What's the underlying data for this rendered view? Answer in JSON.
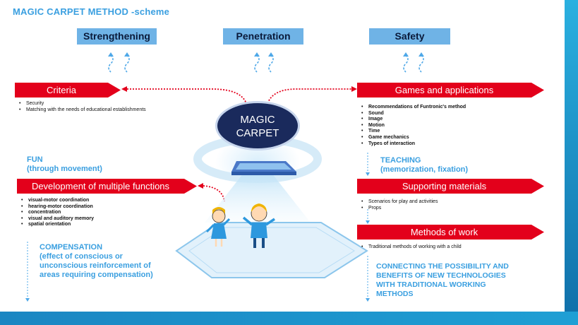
{
  "title": "MAGIC CARPET METHOD -scheme",
  "top_boxes": [
    "Strengthening",
    "Penetration",
    "Safety"
  ],
  "center": {
    "line1": "MAGIC",
    "line2": "CARPET"
  },
  "criteria": {
    "label": "Criteria",
    "items": [
      "Security",
      "Matching with the needs of educational establishments"
    ]
  },
  "games": {
    "label": "Games and applications",
    "items": [
      "Recommendations of Funtronic's method",
      "Sound",
      "Image",
      "Motion",
      "Time",
      "Game mechanics",
      "Types of interaction"
    ]
  },
  "fun": {
    "title": "FUN",
    "subtitle": "(through movement)"
  },
  "teaching": {
    "title": "TEACHING",
    "subtitle": "(memorization, fixation)"
  },
  "development": {
    "label": "Development of multiple functions",
    "items": [
      "visual-motor coordination",
      "hearing-motor coordination",
      "concentration",
      "visual and auditory memory",
      "spatial orientation"
    ]
  },
  "supporting": {
    "label": "Supporting materials",
    "items": [
      "Scenarios for play and activities",
      "Props"
    ]
  },
  "methods": {
    "label": "Methods of work",
    "items": [
      "Traditional methods of working with a child"
    ]
  },
  "compensation": {
    "title": "COMPENSATION",
    "subtitle": "(effect of conscious or unconscious reinforcement of areas requiring compensation)"
  },
  "connecting": "CONNECTING THE POSSIBILITY AND BENEFITS OF NEW TECHNOLOGIES WITH TRADITIONAL WORKING METHODS",
  "colors": {
    "red": "#e3001b",
    "light_blue": "#6fb3e6",
    "text_blue": "#3a9fe0",
    "navy": "#1a2a5c"
  }
}
